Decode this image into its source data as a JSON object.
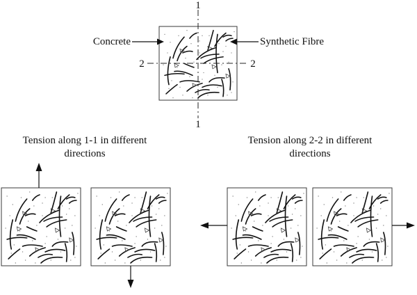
{
  "labels": {
    "concrete": "Concrete",
    "synthetic_fibre": "Synthetic Fibre"
  },
  "section_marks": {
    "top": "1",
    "bottom": "1",
    "left": "2",
    "right": "2"
  },
  "captions": {
    "left_line1": "Tension along 1-1 in different",
    "left_line2": "directions",
    "right_line1": "Tension along 2-2 in different",
    "right_line2": "directions"
  },
  "colors": {
    "stroke": "#111111",
    "box_border": "#3a3a3a",
    "speckle": "#8a8a8a"
  }
}
